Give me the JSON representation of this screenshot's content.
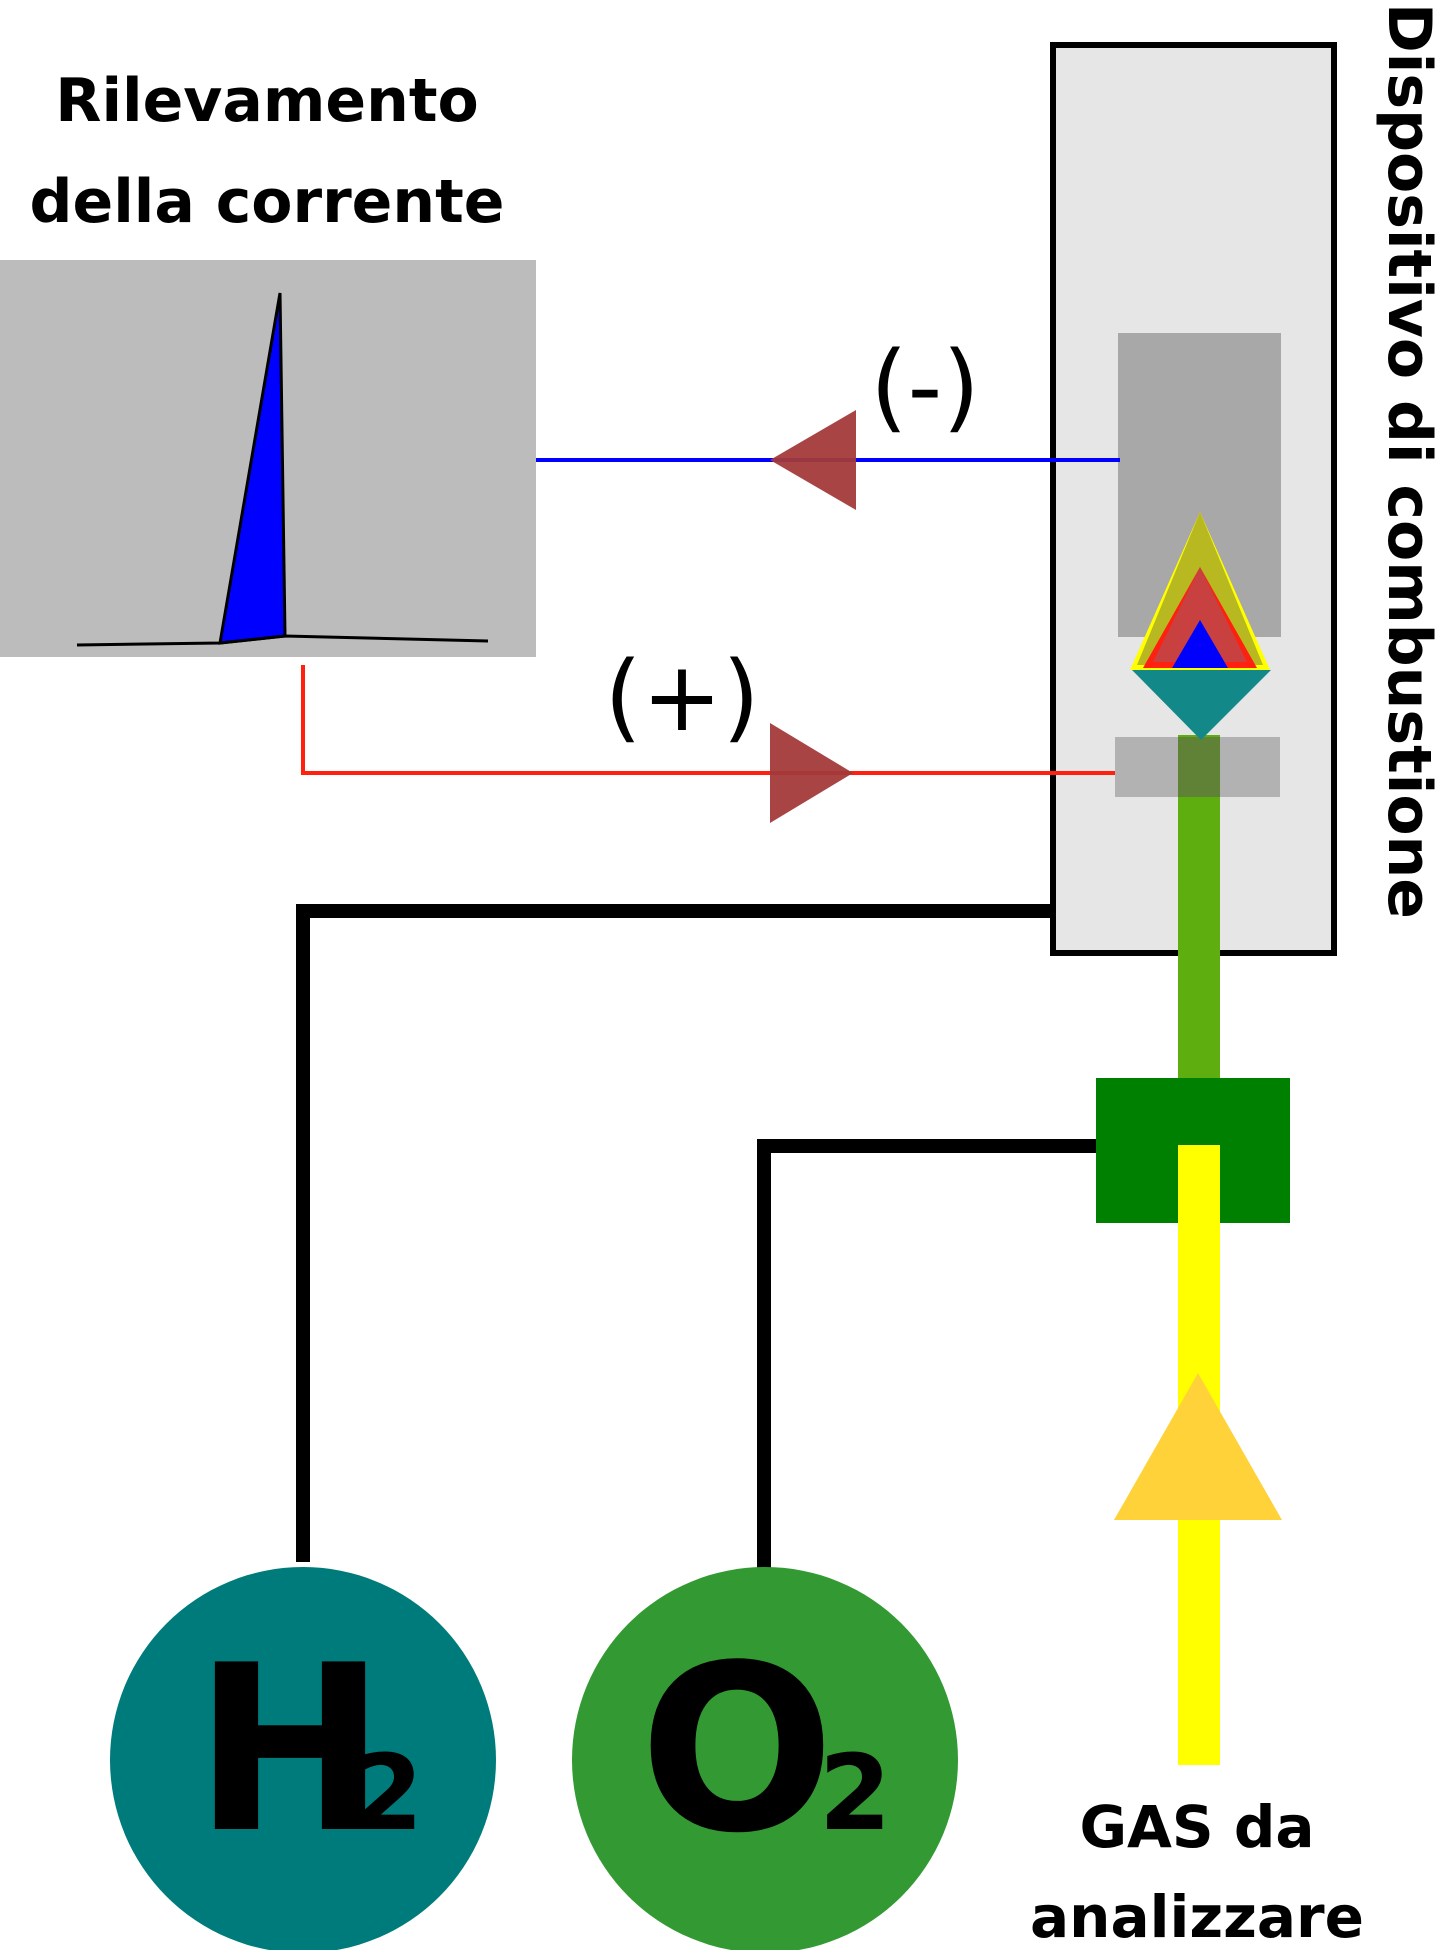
{
  "labels": {
    "detector_line1": "Rilevamento",
    "detector_line2": "della corrente",
    "device": "Dispositivo di combustione",
    "negative": "(-)",
    "positive": "(+)",
    "gas_line1": "GAS da",
    "gas_line2": "analizzare"
  },
  "gases": {
    "hydrogen": {
      "symbol": "H",
      "subscript": "2"
    },
    "oxygen": {
      "symbol": "O",
      "subscript": "2"
    }
  },
  "colors": {
    "detector_panel": "#bcbcbc",
    "peak": "#0000ff",
    "device_body": "#e6e6e6",
    "electrode": "#a8a8a8",
    "negative_wire": "#0000ff",
    "positive_wire": "#ff2010",
    "flow_arrow": "#a33a3a",
    "hydrogen": "#007b7b",
    "oxygen": "#339933",
    "mixer": "#008000",
    "sample_tube": "#ffff00",
    "mixed_tube": "#5fae10",
    "gas_arrow": "#ffd23a",
    "flame_outer": "#b8b820",
    "flame_mid": "#c84040",
    "flame_inner": "#0000ff",
    "burner": "#138888"
  }
}
